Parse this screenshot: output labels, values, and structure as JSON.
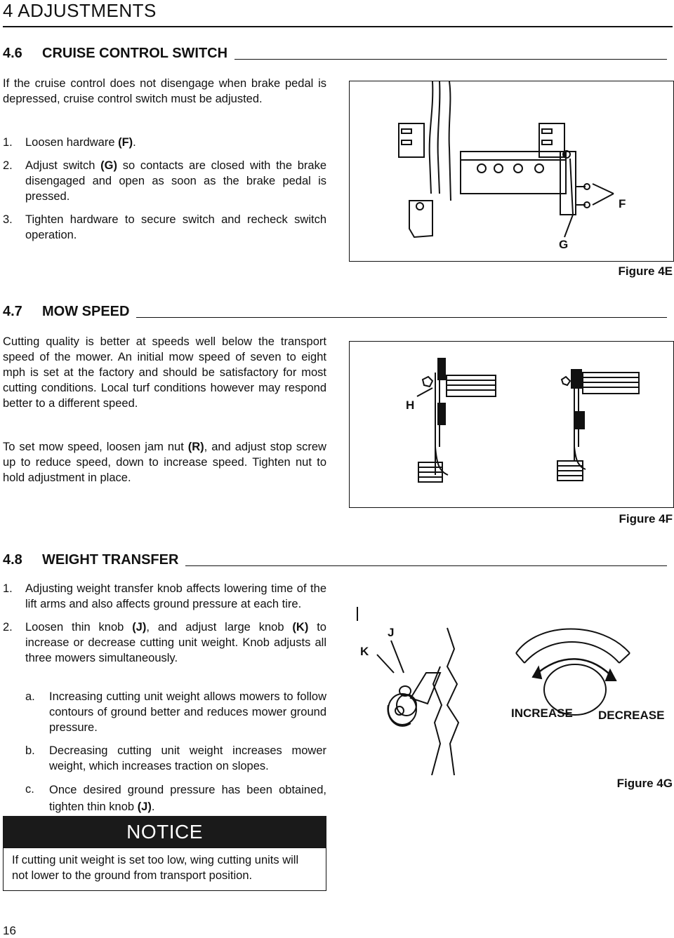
{
  "header": {
    "title": "4 ADJUSTMENTS"
  },
  "s46": {
    "num": "4.6",
    "title": "CRUISE CONTROL SWITCH",
    "intro": "If the cruise control does not disengage when brake pedal is depressed, cruise control switch must be adjusted.",
    "steps": [
      {
        "n": "1.",
        "pre": "Loosen hardware ",
        "key": "(F)",
        "post": "."
      },
      {
        "n": "2.",
        "pre": "Adjust switch ",
        "key": "(G)",
        "post": " so contacts are closed with the brake disengaged and open as soon as the brake pedal is pressed."
      },
      {
        "n": "3.",
        "pre": "Tighten hardware to secure switch and recheck switch operation.",
        "key": "",
        "post": ""
      }
    ],
    "figure": {
      "caption": "Figure 4E",
      "label_f": "F",
      "label_g": "G"
    }
  },
  "s47": {
    "num": "4.7",
    "title": "MOW SPEED",
    "para1": "Cutting quality is better at speeds well below the transport speed of the mower. An initial mow speed of seven to eight mph is set at the factory and should be satisfactory for most cutting conditions. Local turf conditions however may respond better to a different speed.",
    "para2_pre": "To set mow speed, loosen jam nut ",
    "para2_key": "(R)",
    "para2_post": ", and adjust stop screw up to reduce speed, down to increase speed. Tighten nut to hold adjustment in place.",
    "figure": {
      "caption": "Figure 4F",
      "label_h": "H"
    }
  },
  "s48": {
    "num": "4.8",
    "title": "WEIGHT TRANSFER",
    "steps": [
      {
        "n": "1.",
        "pre": "Adjusting weight transfer knob affects lowering time of the lift arms and also affects ground pressure at each tire.",
        "k1": "",
        "mid": "",
        "k2": "",
        "post": ""
      },
      {
        "n": "2.",
        "pre": "Loosen thin knob ",
        "k1": "(J)",
        "mid": ", and adjust large knob ",
        "k2": "(K)",
        "post": " to increase or decrease cutting unit weight. Knob adjusts all three mowers simultaneously."
      }
    ],
    "subs": [
      {
        "n": "a.",
        "pre": "Increasing cutting unit weight allows mowers to follow contours of ground better and reduces mower ground pressure.",
        "key": "",
        "post": ""
      },
      {
        "n": "b.",
        "pre": "Decreasing cutting unit weight increases mower weight, which increases traction on slopes.",
        "key": "",
        "post": ""
      },
      {
        "n": "c.",
        "pre": "Once desired ground pressure has been obtained, tighten thin knob ",
        "key": "(J)",
        "post": "."
      }
    ],
    "figure": {
      "caption": "Figure 4G",
      "label_k": "K",
      "label_j": "J",
      "increase": "INCREASE",
      "decrease": "DECREASE"
    }
  },
  "notice": {
    "title": "NOTICE",
    "body": "If cutting unit weight is set too low, wing cutting units will not lower to the ground from transport position."
  },
  "footer": {
    "page": "16"
  }
}
